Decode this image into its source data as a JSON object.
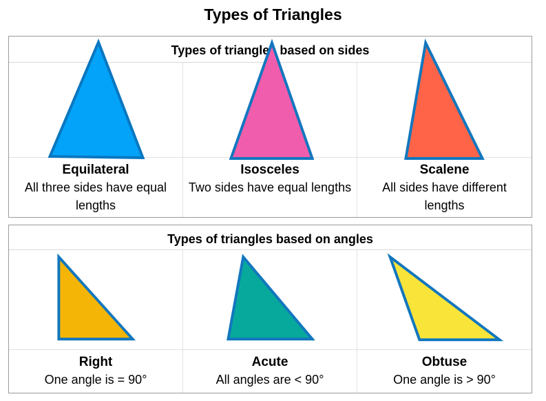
{
  "title": "Types of Triangles",
  "sides_section": {
    "header": "Types of triangles based on sides",
    "items": [
      {
        "name": "Equilateral",
        "description": "All three sides have equal lengths",
        "fill": "#02A3F8",
        "stroke": "#0A77C0"
      },
      {
        "name": "Isosceles",
        "description": "Two sides have equal lengths",
        "fill": "#F05DAD",
        "stroke": "#1277BE"
      },
      {
        "name": "Scalene",
        "description": "All sides have different lengths",
        "fill": "#FF6449",
        "stroke": "#1277BE"
      }
    ]
  },
  "angles_section": {
    "header": "Types of triangles based on angles",
    "items": [
      {
        "name": "Right",
        "description": "One angle is = 90°",
        "fill": "#F5B506",
        "stroke": "#1277BE"
      },
      {
        "name": "Acute",
        "description": "All angles are < 90°",
        "fill": "#07A99C",
        "stroke": "#1277BE"
      },
      {
        "name": "Obtuse",
        "description": "One angle is > 90°",
        "fill": "#F9E43A",
        "stroke": "#1277BE"
      }
    ]
  }
}
